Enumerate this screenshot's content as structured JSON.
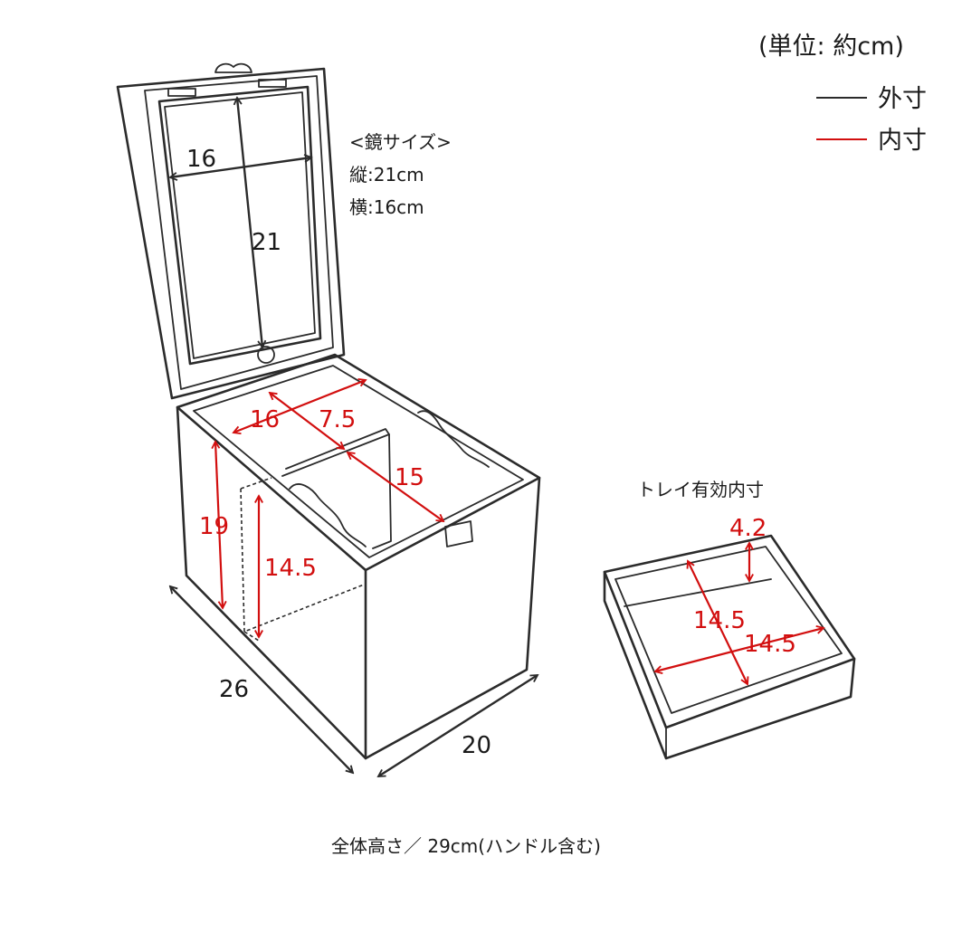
{
  "unit_note": "(単位: 約cm)",
  "legend": {
    "outer_label": "外寸",
    "inner_label": "内寸",
    "outer_color": "#2b2b2b",
    "inner_color": "#d20f0f"
  },
  "mirror_size": {
    "heading": "<鏡サイズ>",
    "height": "縦:21cm",
    "width": "横:16cm"
  },
  "box_dimensions": {
    "mirror_width": "16",
    "mirror_height": "21",
    "inner_width": "16",
    "compartment_front": "7.5",
    "compartment_depth": "15",
    "inner_height": "19",
    "front_compartment_height": "14.5",
    "outer_depth": "26",
    "outer_width": "20"
  },
  "tray": {
    "title": "トレイ有効内寸",
    "height": "4.2",
    "depth": "14.5",
    "width": "14.5"
  },
  "total_height_note": "全体高さ／ 29cm(ハンドル含む)"
}
